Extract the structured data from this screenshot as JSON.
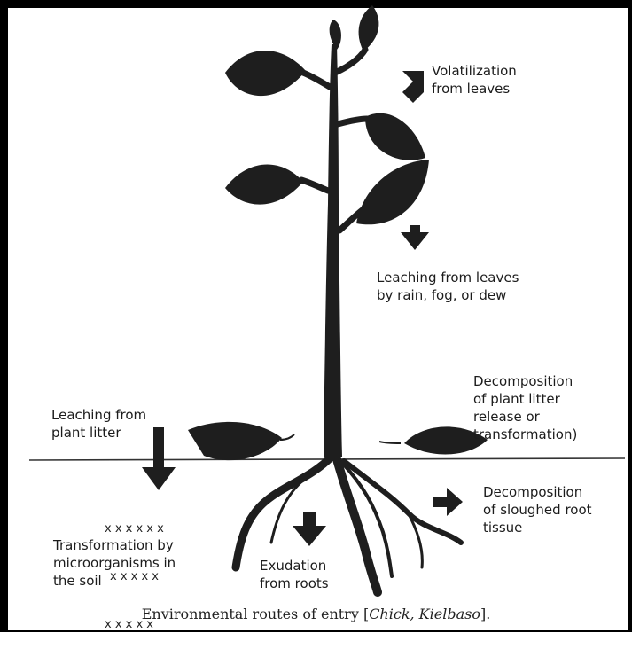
{
  "labels": {
    "volatilization": [
      "Volatilization",
      "from leaves"
    ],
    "leaching_leaves": [
      "Leaching from leaves",
      "by rain, fog, or dew"
    ],
    "decomposition_litter": [
      "Decomposition",
      "of plant litter",
      "release or",
      "transformation)"
    ],
    "leaching_litter": [
      "Leaching from",
      "plant litter"
    ],
    "decomposition_root": [
      "Decomposition",
      "of sloughed root",
      "tissue"
    ],
    "transformation": [
      "Transformation by",
      "microorganisms in",
      "the soil"
    ],
    "exudation": [
      "Exudation",
      "from roots"
    ]
  },
  "soil_marks": [
    "x x x x x x",
    "x x x x x",
    "x x x x x"
  ],
  "caption": {
    "text": "Environmental routes of entry [",
    "citation": "Chick, Kielbaso",
    "end": "]."
  }
}
